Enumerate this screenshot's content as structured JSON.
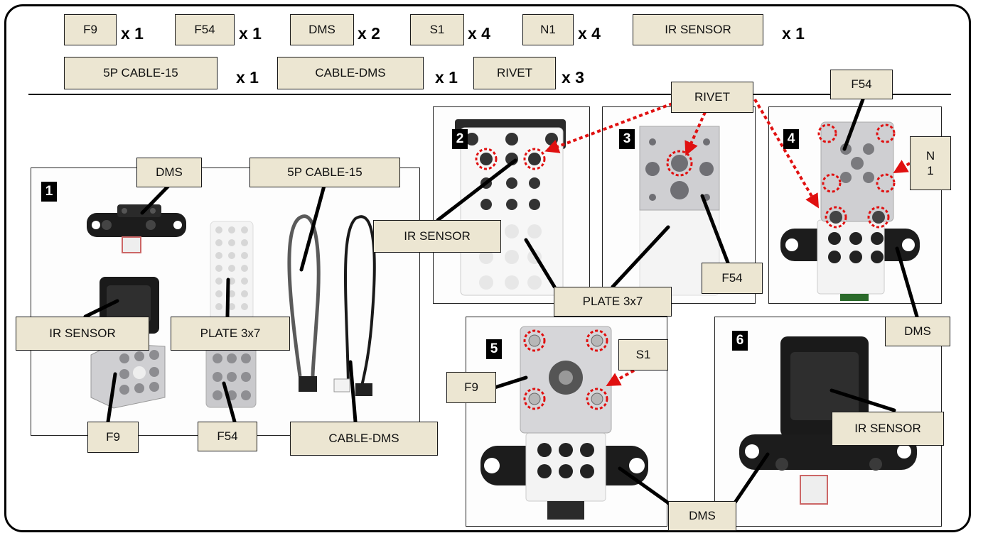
{
  "parts": [
    {
      "name": "F9",
      "qty": "x 1"
    },
    {
      "name": "F54",
      "qty": "x 1"
    },
    {
      "name": "DMS",
      "qty": "x 2"
    },
    {
      "name": "S1",
      "qty": "x 4"
    },
    {
      "name": "N1",
      "qty": "x 4"
    },
    {
      "name": "IR SENSOR",
      "qty": "x 1"
    },
    {
      "name": "5P CABLE-15",
      "qty": "x 1"
    },
    {
      "name": "CABLE-DMS",
      "qty": "x 1"
    },
    {
      "name": "RIVET",
      "qty": "x 3"
    }
  ],
  "steps": [
    "1",
    "2",
    "3",
    "4",
    "5",
    "6"
  ],
  "callouts": {
    "step1": {
      "dms": "DMS",
      "cable5p": "5P CABLE-15",
      "ir": "IR SENSOR",
      "plate": "PLATE 3x7",
      "f9": "F9",
      "f54": "F54",
      "cabledms": "CABLE-DMS"
    },
    "top": {
      "rivet": "RIVET",
      "f54": "F54",
      "n1": "N\n1"
    },
    "step2": {
      "ir": "IR SENSOR"
    },
    "step3": {
      "plate": "PLATE 3x7",
      "f54": "F54"
    },
    "step4": {
      "dms": "DMS"
    },
    "step5": {
      "s1": "S1",
      "f9": "F9",
      "dms": "DMS"
    },
    "step6": {
      "ir": "IR SENSOR"
    }
  },
  "colors": {
    "label_bg": "#ece6d2",
    "arrow": "#e01010",
    "panel_border": "#222222"
  }
}
